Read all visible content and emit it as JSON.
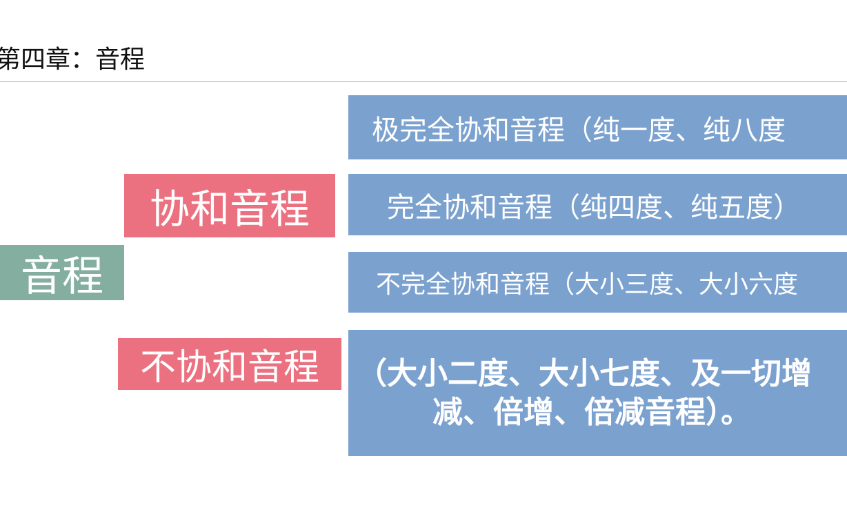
{
  "slide": {
    "title": "第四章：音程",
    "root_label": "音程",
    "consonant_label": "协和音程",
    "dissonant_label": "不协和音程",
    "consonant_types": [
      "极完全协和音程（纯一度、纯八度",
      "完全协和音程（纯四度、纯五度）",
      "不完全协和音程（大小三度、大小六度"
    ],
    "dissonant_description": {
      "line1": "（大小二度、大小七度、及一切增",
      "line2": "减、倍增、倍减音程）。"
    },
    "colors": {
      "root": "#84ae9f",
      "category": "#eb7080",
      "detail": "#7ba1cf",
      "title_rule": "#8fbccb"
    }
  }
}
